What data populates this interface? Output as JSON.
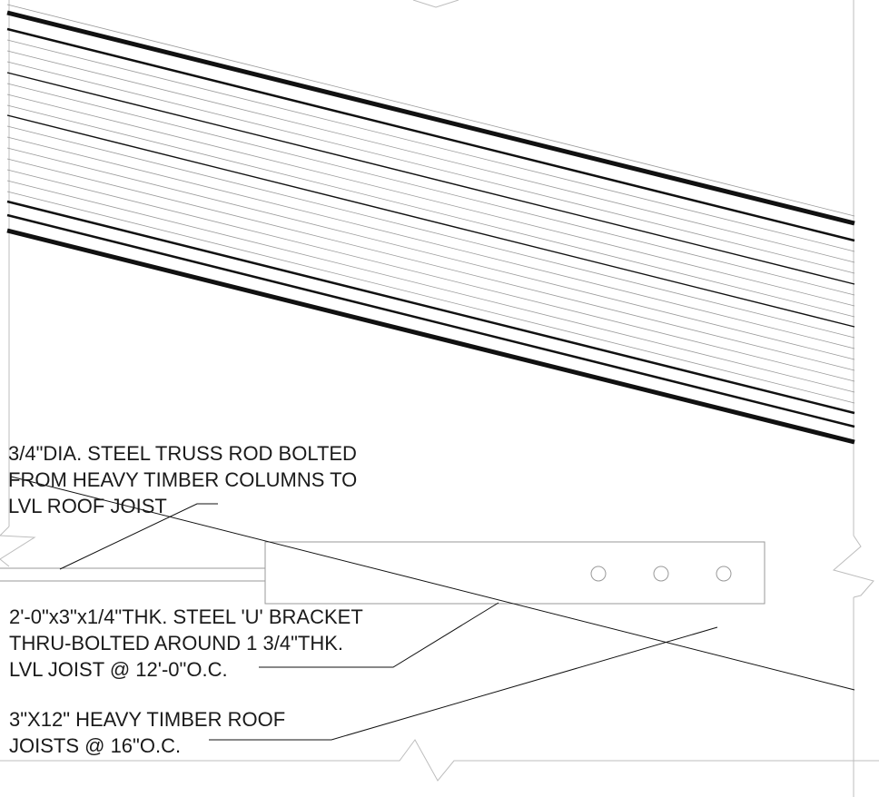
{
  "annotations": {
    "truss_rod": {
      "lines": [
        "3/4\"DIA. STEEL TRUSS ROD BOLTED",
        "FROM HEAVY TIMBER COLUMNS TO",
        "LVL ROOF JOIST"
      ]
    },
    "u_bracket": {
      "lines": [
        "2'-0\"x3\"x1/4\"THK. STEEL 'U' BRACKET",
        "THRU-BOLTED AROUND 1 3/4\"THK.",
        "LVL JOIST @ 12'-0\"O.C."
      ]
    },
    "roof_joists": {
      "lines": [
        "3\"X12\" HEAVY TIMBER ROOF",
        "JOISTS @ 16\"O.C."
      ]
    }
  },
  "colors": {
    "linework": "#111111",
    "thin_linework": "#9a9a9a",
    "border": "#bdbdbd",
    "text": "#1a1a1a"
  }
}
